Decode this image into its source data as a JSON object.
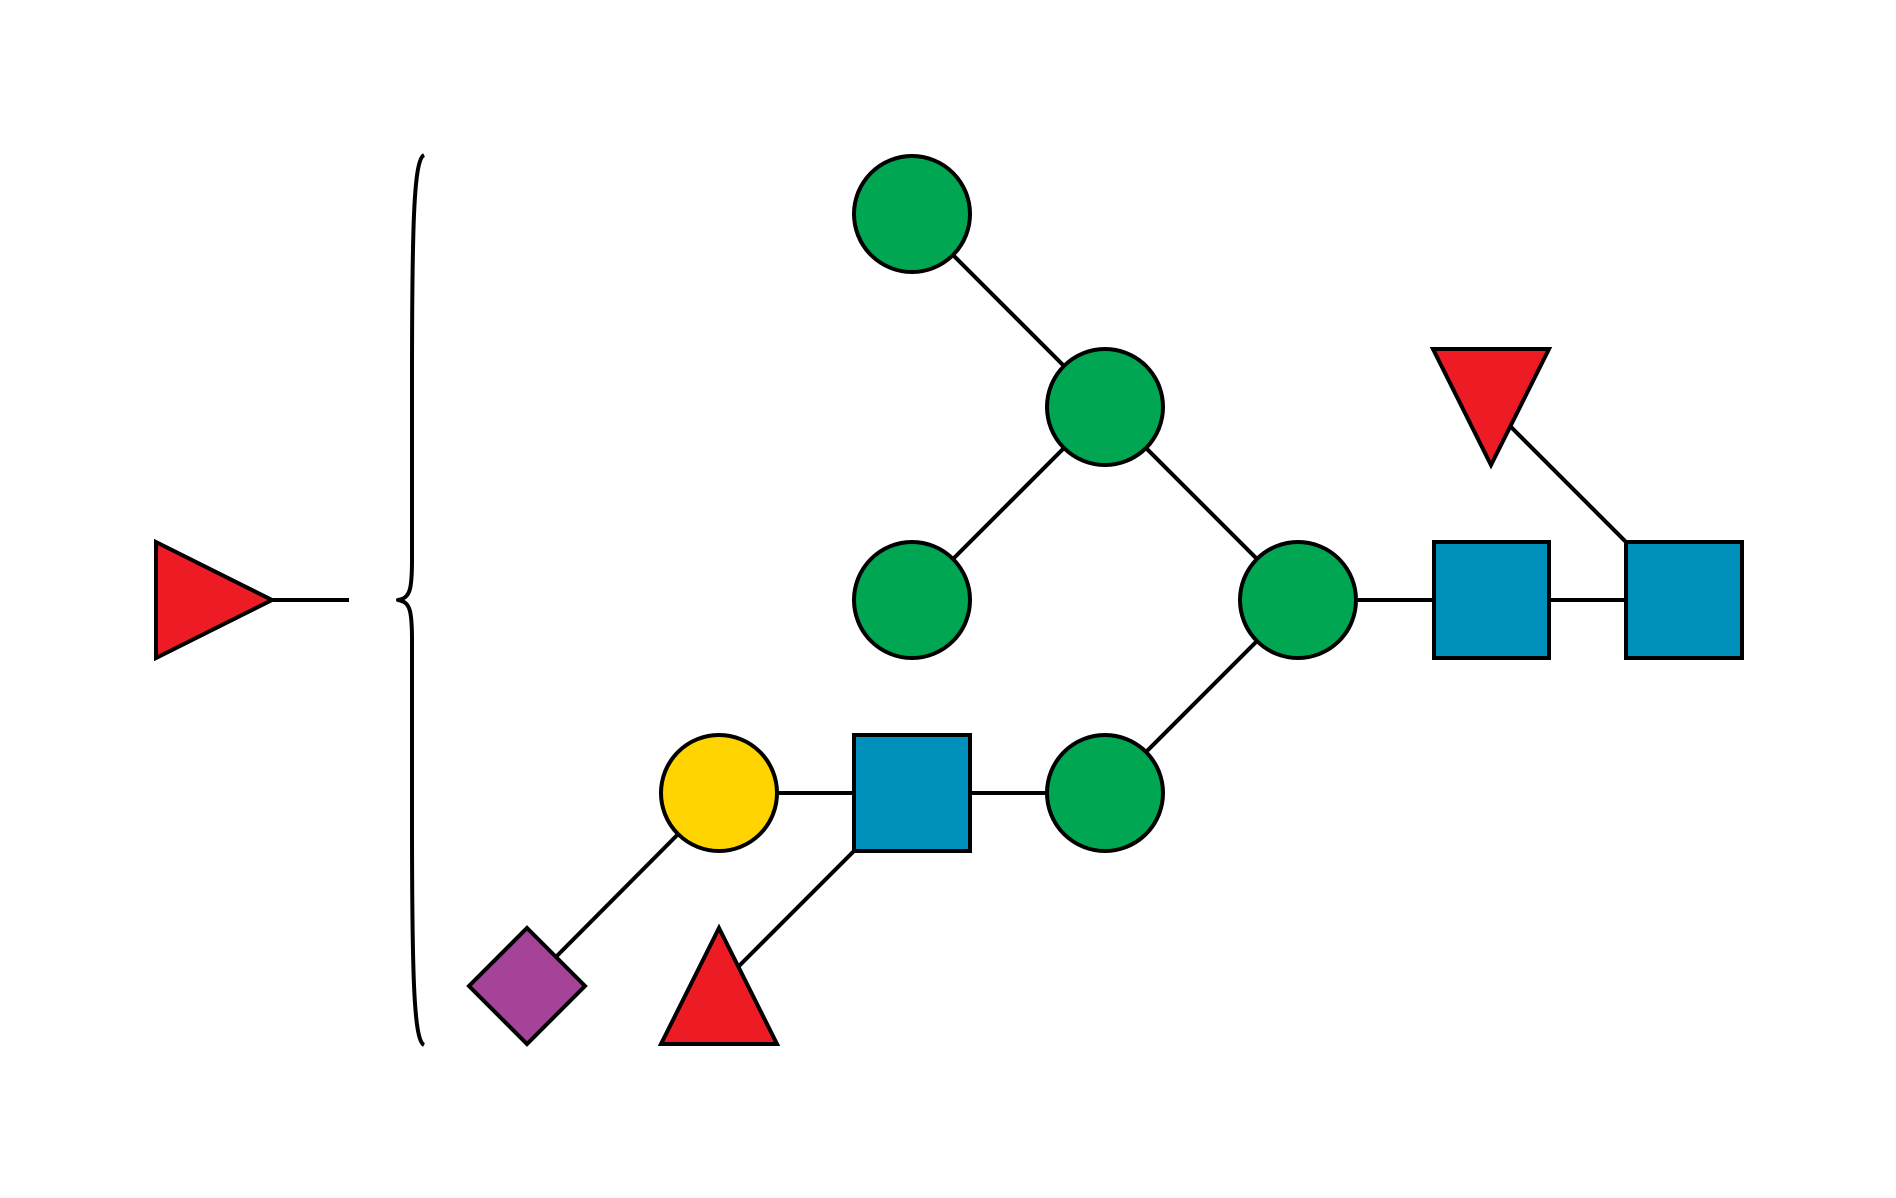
{
  "colors": {
    "background": "#ffffff",
    "stroke": "#000000",
    "fucose": "#ED1C24",
    "mannose": "#00A651",
    "glcnac": "#0090BC",
    "galactose": "#FFD400",
    "neu5ac": "#A54399"
  },
  "residues": [
    {
      "id": "f-floating",
      "kind": "fucose-triangle",
      "color_key": "fucose",
      "floating": true
    },
    {
      "id": "m-top",
      "kind": "mannose-circle",
      "color_key": "mannose"
    },
    {
      "id": "m-branch",
      "kind": "mannose-circle",
      "color_key": "mannose"
    },
    {
      "id": "m-left",
      "kind": "mannose-circle",
      "color_key": "mannose"
    },
    {
      "id": "m-core",
      "kind": "mannose-circle",
      "color_key": "mannose"
    },
    {
      "id": "m-lower",
      "kind": "mannose-circle",
      "color_key": "mannose"
    },
    {
      "id": "gn-core1",
      "kind": "glcnac-square",
      "color_key": "glcnac"
    },
    {
      "id": "gn-reducing",
      "kind": "glcnac-square",
      "color_key": "glcnac"
    },
    {
      "id": "gn-branch",
      "kind": "glcnac-square",
      "color_key": "glcnac"
    },
    {
      "id": "gal",
      "kind": "galactose-circle",
      "color_key": "galactose"
    },
    {
      "id": "neuac",
      "kind": "neu5ac-diamond",
      "color_key": "neu5ac"
    },
    {
      "id": "f-core",
      "kind": "fucose-triangle",
      "color_key": "fucose"
    },
    {
      "id": "f-branch",
      "kind": "fucose-triangle",
      "color_key": "fucose"
    }
  ],
  "linkages": [
    [
      "m-top",
      "m-branch"
    ],
    [
      "m-left",
      "m-branch"
    ],
    [
      "m-branch",
      "m-core"
    ],
    [
      "m-lower",
      "m-core"
    ],
    [
      "m-core",
      "gn-core1"
    ],
    [
      "gn-core1",
      "gn-reducing"
    ],
    [
      "f-core",
      "gn-reducing"
    ],
    [
      "gn-branch",
      "m-lower"
    ],
    [
      "gal",
      "gn-branch"
    ],
    [
      "neuac",
      "gal"
    ],
    [
      "f-branch",
      "gn-branch"
    ]
  ]
}
